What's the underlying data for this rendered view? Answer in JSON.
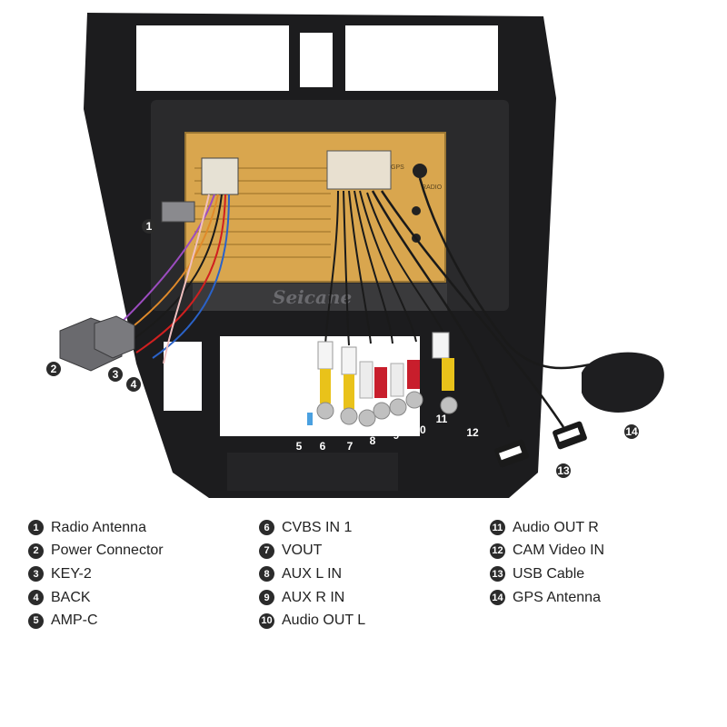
{
  "brand_watermark": "Seicane",
  "legend": [
    {
      "num": "1",
      "label": "Radio Antenna"
    },
    {
      "num": "2",
      "label": "Power Connector"
    },
    {
      "num": "3",
      "label": "KEY-2"
    },
    {
      "num": "4",
      "label": "BACK"
    },
    {
      "num": "5",
      "label": "AMP-C"
    },
    {
      "num": "6",
      "label": "CVBS IN 1"
    },
    {
      "num": "7",
      "label": "VOUT"
    },
    {
      "num": "8",
      "label": "AUX L IN"
    },
    {
      "num": "9",
      "label": "AUX R IN"
    },
    {
      "num": "10",
      "label": "Audio OUT L"
    },
    {
      "num": "11",
      "label": "Audio OUT R"
    },
    {
      "num": "12",
      "label": "CAM Video IN"
    },
    {
      "num": "13",
      "label": "USB Cable"
    },
    {
      "num": "14",
      "label": "GPS Antenna"
    }
  ],
  "unit_labels": {
    "radio": "RADIO",
    "gps": "GPS"
  },
  "colors": {
    "frame": "#1c1c1e",
    "unit_body": "#d9a64e",
    "rca_yellow": "#e9c21a",
    "rca_red": "#c81e2c",
    "rca_white": "#ececec",
    "callout": "#2b2b2b"
  }
}
